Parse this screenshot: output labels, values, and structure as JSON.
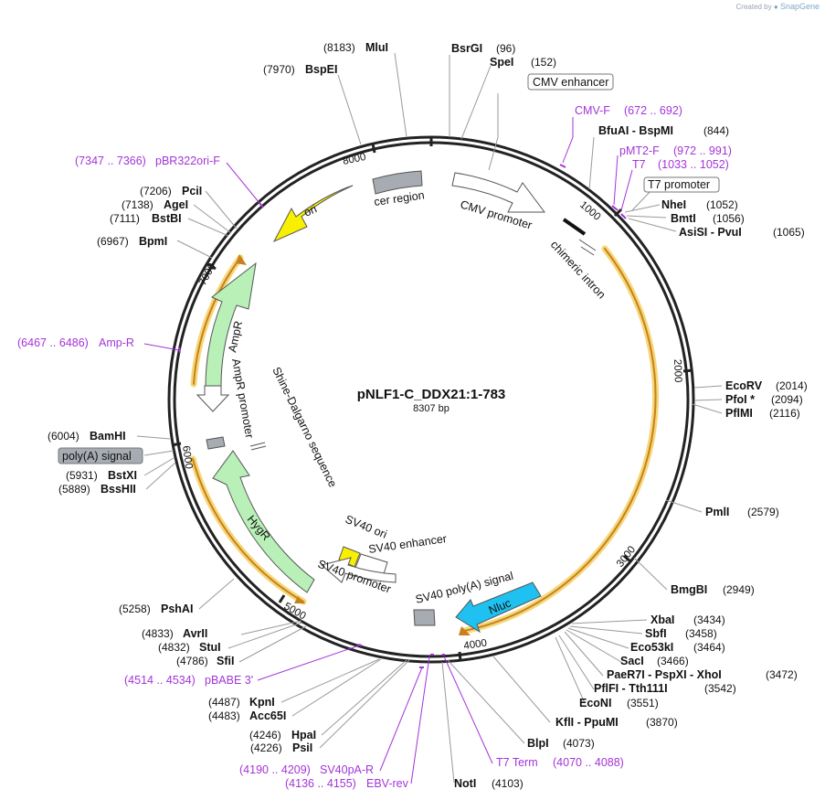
{
  "credit": {
    "prefix": "Created by",
    "brand": "SnapGene"
  },
  "plasmid": {
    "name": "pNLF1-C_DDX21:1-783",
    "length": 8307,
    "length_label": "8307 bp"
  },
  "colors": {
    "backbone": "#222222",
    "primer": "#a335d8",
    "orf_highlight": "#f2c94c",
    "orf_core": "#c8801d",
    "marker_green": "#b8f0b8",
    "ori_yellow": "#f8f000",
    "nluc_cyan": "#1ec1f0",
    "region_gray": "#a7abb2"
  },
  "ticks": [
    "1000",
    "2000",
    "3000",
    "4000",
    "5000",
    "6000",
    "7000",
    "8000"
  ],
  "sites": [
    {
      "name": "MluI",
      "pos": "(8183)"
    },
    {
      "name": "BsrGI",
      "pos": "(96)"
    },
    {
      "name": "SpeI",
      "pos": "(152)"
    },
    {
      "name": "BspEI",
      "pos": "(7970)"
    },
    {
      "name": "BfuAI  -  BspMI",
      "pos": "(844)"
    },
    {
      "name": "NheI",
      "pos": "(1052)"
    },
    {
      "name": "BmtI",
      "pos": "(1056)"
    },
    {
      "name": "AsiSI  -  PvuI",
      "pos": "(1065)"
    },
    {
      "name": "PciI",
      "pos": "(7206)"
    },
    {
      "name": "AgeI",
      "pos": "(7138)"
    },
    {
      "name": "BstBI",
      "pos": "(7111)"
    },
    {
      "name": "BpmI",
      "pos": "(6967)"
    },
    {
      "name": "EcoRV",
      "pos": "(2014)"
    },
    {
      "name": "PfoI *",
      "pos": "(2094)"
    },
    {
      "name": "PflMI",
      "pos": "(2116)"
    },
    {
      "name": "BamHI",
      "pos": "(6004)"
    },
    {
      "name": "BstXI",
      "pos": "(5931)"
    },
    {
      "name": "BssHII",
      "pos": "(5889)"
    },
    {
      "name": "PmlI",
      "pos": "(2579)"
    },
    {
      "name": "BmgBI",
      "pos": "(2949)"
    },
    {
      "name": "PshAI",
      "pos": "(5258)"
    },
    {
      "name": "XbaI",
      "pos": "(3434)"
    },
    {
      "name": "SbfI",
      "pos": "(3458)"
    },
    {
      "name": "Eco53kI",
      "pos": "(3464)"
    },
    {
      "name": "SacI",
      "pos": "(3466)"
    },
    {
      "name": "PaeR7I  -  PspXI  -  XhoI",
      "pos": "(3472)"
    },
    {
      "name": "PflFI  -  Tth111I",
      "pos": "(3542)"
    },
    {
      "name": "EcoNI",
      "pos": "(3551)"
    },
    {
      "name": "AvrII",
      "pos": "(4833)"
    },
    {
      "name": "StuI",
      "pos": "(4832)"
    },
    {
      "name": "SfiI",
      "pos": "(4786)"
    },
    {
      "name": "KpnI",
      "pos": "(4487)"
    },
    {
      "name": "Acc65I",
      "pos": "(4483)"
    },
    {
      "name": "KflI  -  PpuMI",
      "pos": "(3870)"
    },
    {
      "name": "HpaI",
      "pos": "(4246)"
    },
    {
      "name": "PsiI",
      "pos": "(4226)"
    },
    {
      "name": "BlpI",
      "pos": "(4073)"
    },
    {
      "name": "NotI",
      "pos": "(4103)"
    }
  ],
  "primers": [
    {
      "name": "CMV-F",
      "range": "(672 .. 692)"
    },
    {
      "name": "pMT2-F",
      "range": "(972 .. 991)"
    },
    {
      "name": "T7",
      "range": "(1033 .. 1052)"
    },
    {
      "name": "pBR322ori-F",
      "range": "(7347 .. 7366)"
    },
    {
      "name": "Amp-R",
      "range": "(6467 .. 6486)"
    },
    {
      "name": "pBABE 3'",
      "range": "(4514 .. 4534)"
    },
    {
      "name": "SV40pA-R",
      "range": "(4190 .. 4209)"
    },
    {
      "name": "EBV-rev",
      "range": "(4136 .. 4155)"
    },
    {
      "name": "T7 Term",
      "range": "(4070 .. 4088)"
    }
  ],
  "boxed_labels": {
    "cmv_enhancer": "CMV enhancer",
    "t7_promoter": "T7 promoter",
    "polya_signal": "poly(A) signal"
  },
  "features": {
    "ori": "ori",
    "cer_region": "cer region",
    "cmv_promoter": "CMV promoter",
    "chimeric_intron": "chimeric intron",
    "ampr": "AmpR",
    "ampr_promoter": "AmpR promoter",
    "shine_dalgarno": "Shine-Dalgarno sequence",
    "hygr": "HygR",
    "sv40_ori": "SV40 ori",
    "sv40_enhancer": "SV40 enhancer",
    "sv40_promoter": "SV40 promoter",
    "sv40_polya": "SV40 poly(A) signal",
    "nluc": "Nluc"
  }
}
